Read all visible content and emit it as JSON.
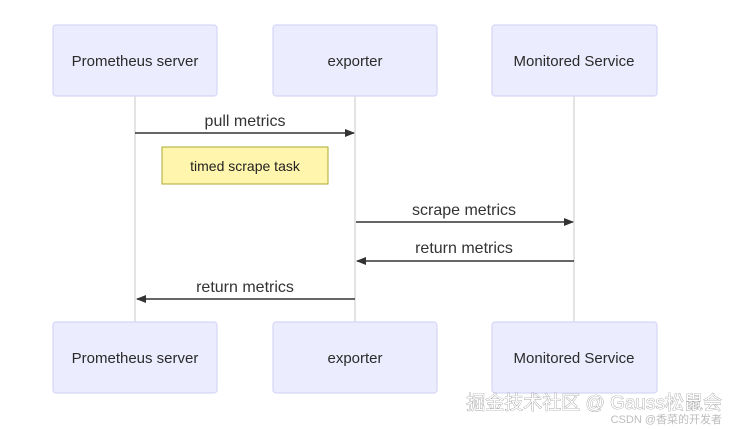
{
  "diagram": {
    "participants": [
      {
        "id": "prom",
        "label": "Prometheus server"
      },
      {
        "id": "exp",
        "label": "exporter"
      },
      {
        "id": "svc",
        "label": "Monitored Service"
      }
    ],
    "messages": [
      {
        "from": "prom",
        "to": "exp",
        "label": "pull metrics"
      },
      {
        "from": "exp",
        "to": "svc",
        "label": "scrape metrics"
      },
      {
        "from": "svc",
        "to": "exp",
        "label": "return metrics"
      },
      {
        "from": "exp",
        "to": "prom",
        "label": "return metrics"
      }
    ],
    "note": {
      "over": "prom",
      "text": "timed scrape task"
    },
    "colors": {
      "actor_fill": "#ececff",
      "actor_stroke": "#d6d6f7",
      "lifeline": "#dcdcdc",
      "arrow": "#333333",
      "note_fill": "#fff5ad",
      "note_stroke": "#aaaa33"
    }
  },
  "watermark": {
    "main": "掘金技术社区 @ Gauss松鼠会",
    "sub": "CSDN @香菜的开发者"
  }
}
